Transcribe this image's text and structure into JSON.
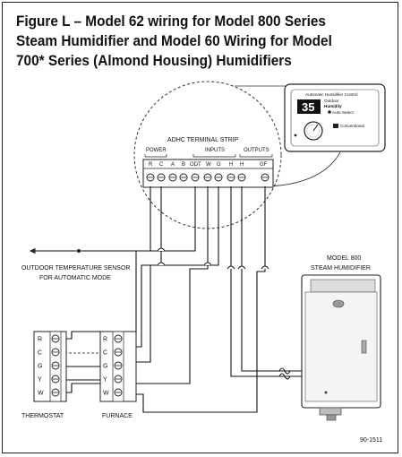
{
  "title": {
    "line1": "Figure L – Model 62 wiring for Model 800 Series",
    "line2": "Steam Humidifier and Model 60 Wiring for Model",
    "line3": "700* Series (Almond Housing) Humidifiers"
  },
  "control_unit": {
    "heading": "Automatic Humidifier Control",
    "display_value": "35",
    "line_outdoor": "Outdoor",
    "line_humidity": "Humidity",
    "line_autoselect": "Auto-Select",
    "line_conventional": "Conventional"
  },
  "terminal_strip": {
    "title": "ADHC TERMINAL STRIP",
    "group_power": "POWER",
    "group_inputs": "INPUTS",
    "group_outputs": "OUTPUTS",
    "terminals": [
      "R",
      "C",
      "A",
      "B",
      "ODT",
      "W",
      "G",
      "H",
      "H",
      "GF"
    ]
  },
  "sensor_label": {
    "line1": "OUTDOOR TEMPERATURE SENSOR",
    "line2": "FOR AUTOMATIC MODE"
  },
  "humidifier_label": {
    "line1": "MODEL 800",
    "line2": "STEAM HUMIDIFIER"
  },
  "thermostat": {
    "label": "THERMOSTAT",
    "terminals": [
      "R",
      "C",
      "G",
      "Y",
      "W"
    ]
  },
  "furnace": {
    "label": "FURNACE",
    "terminals": [
      "R",
      "C",
      "G",
      "Y",
      "W"
    ]
  },
  "figure_code": "90-1511"
}
